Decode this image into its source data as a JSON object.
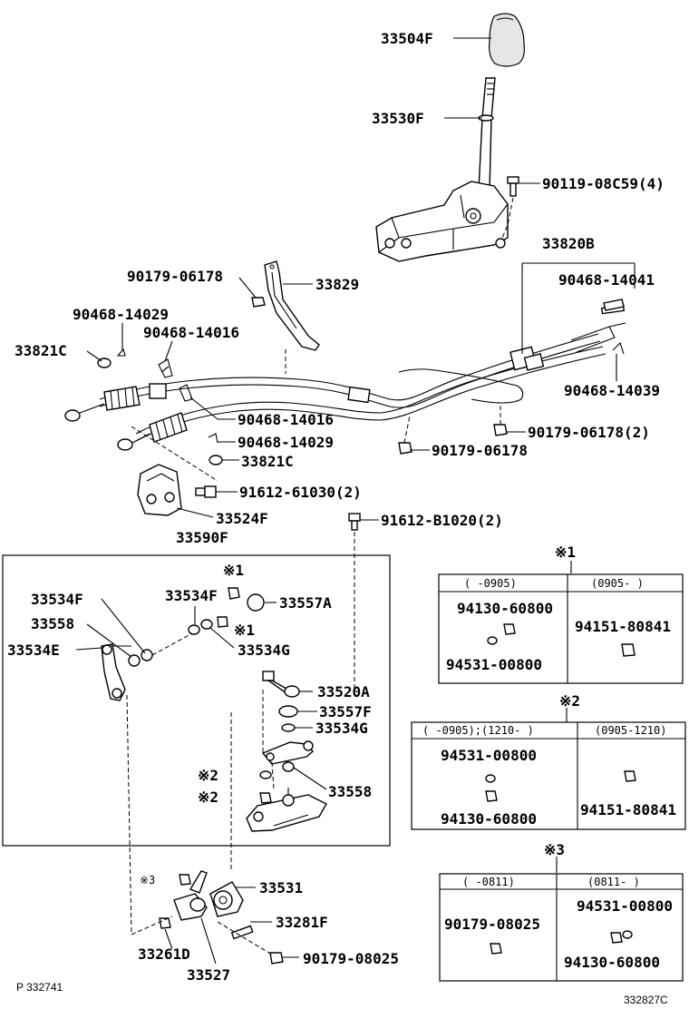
{
  "parts": {
    "p33504F": "33504F",
    "p33530F": "33530F",
    "p90119_08C59": "90119-08C59(4)",
    "p33820B": "33820B",
    "p90468_14041": "90468-14041",
    "p90179_06178a": "90179-06178",
    "p33829": "33829",
    "p90468_14029a": "90468-14029",
    "p33821Ca": "33821C",
    "p90468_14016a": "90468-14016",
    "p90468_14039": "90468-14039",
    "p90468_14016b": "90468-14016",
    "p90179_06178_2": "90179-06178(2)",
    "p90468_14029b": "90468-14029",
    "p90179_06178b": "90179-06178",
    "p33821Cb": "33821C",
    "p91612_61030": "91612-61030(2)",
    "p33524F": "33524F",
    "p91612_B1020": "91612-B1020(2)",
    "p33590F": "33590F",
    "p33534Fa": "33534F",
    "p33534Fb": "33534F",
    "p33557A": "33557A",
    "p33558a": "33558",
    "p33534E": "33534E",
    "p33534Ga": "33534G",
    "p33520A": "33520A",
    "p33557F": "33557F",
    "p33534Gb": "33534G",
    "p33558b": "33558",
    "p33531": "33531",
    "p33281F": "33281F",
    "p33261D": "33261D",
    "p33527": "33527",
    "p90179_08025": "90179-08025"
  },
  "marks": {
    "m1a": "※1",
    "m1b": "※1",
    "m2a": "※2",
    "m2b": "※2",
    "m3a": "※3"
  },
  "note_tables": {
    "t1": {
      "mark": "※1",
      "col1_header": "(   -0905)",
      "col2_header": "(0905-    )",
      "c1_top": "94130-60800",
      "c1_bottom": "94531-00800",
      "c2": "94151-80841"
    },
    "t2": {
      "mark": "※2",
      "col1_header": "(   -0905);(1210-    )",
      "col2_header": "(0905-1210)",
      "c1_top": "94531-00800",
      "c1_bottom": "94130-60800",
      "c2": "94151-80841"
    },
    "t3": {
      "mark": "※3",
      "col1_header": "(   -0811)",
      "col2_header": "(0811-    )",
      "c1": "90179-08025",
      "c2_top": "94531-00800",
      "c2_bottom": "94130-60800"
    }
  },
  "footer": {
    "left_ref": "P 332741",
    "right_ref": "332827C"
  }
}
